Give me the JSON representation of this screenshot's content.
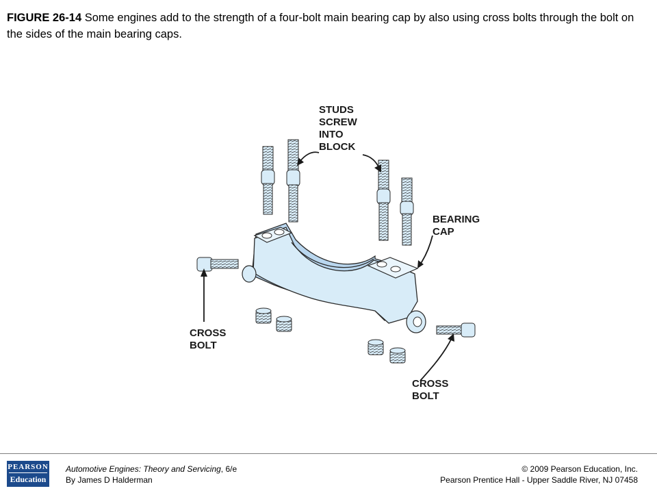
{
  "caption": {
    "figure_number": "FIGURE 26-14",
    "text": " Some engines add to the strength of a four-bolt main bearing cap by also using cross bolts through the bolt on the sides of the main bearing caps."
  },
  "diagram": {
    "labels": {
      "studs": "STUDS\nSCREW\nINTO\nBLOCK",
      "bearing_cap": "BEARING\nCAP",
      "cross_bolt_left": "CROSS\nBOLT",
      "cross_bolt_right": "CROSS\nBOLT"
    },
    "colors": {
      "part_fill": "#d8ecf8",
      "part_fill_dark": "#b9d6ee",
      "line": "#2a2a2a"
    }
  },
  "footer": {
    "logo_line1": "PEARSON",
    "logo_line2": "Education",
    "book_title": "Automotive Engines: Theory and Servicing",
    "book_edition": ", 6/e",
    "author": "By James D Halderman",
    "copyright": "© 2009 Pearson Education, Inc.",
    "publisher": "Pearson Prentice Hall - Upper Saddle River, NJ 07458"
  }
}
